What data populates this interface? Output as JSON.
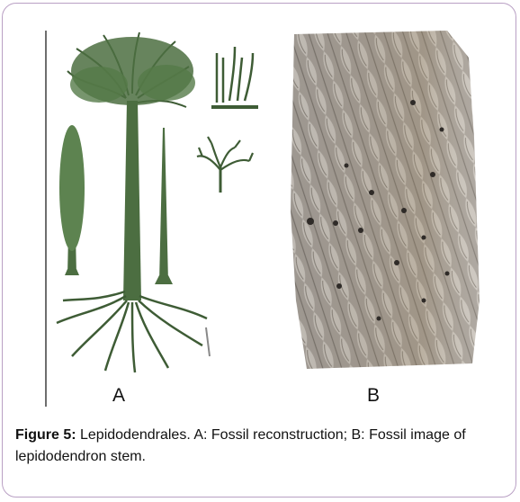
{
  "figure": {
    "panel_a_label": "A",
    "panel_b_label": "B",
    "caption_label": "Figure 5:",
    "caption_text": " Lepidodendrales. A: Fossil reconstruction; B: Fossil image of lepidodendron stem."
  },
  "colors": {
    "border": "#b9a0c4",
    "plant": "#4c6e41",
    "fossil_bg": "#9d9790"
  }
}
